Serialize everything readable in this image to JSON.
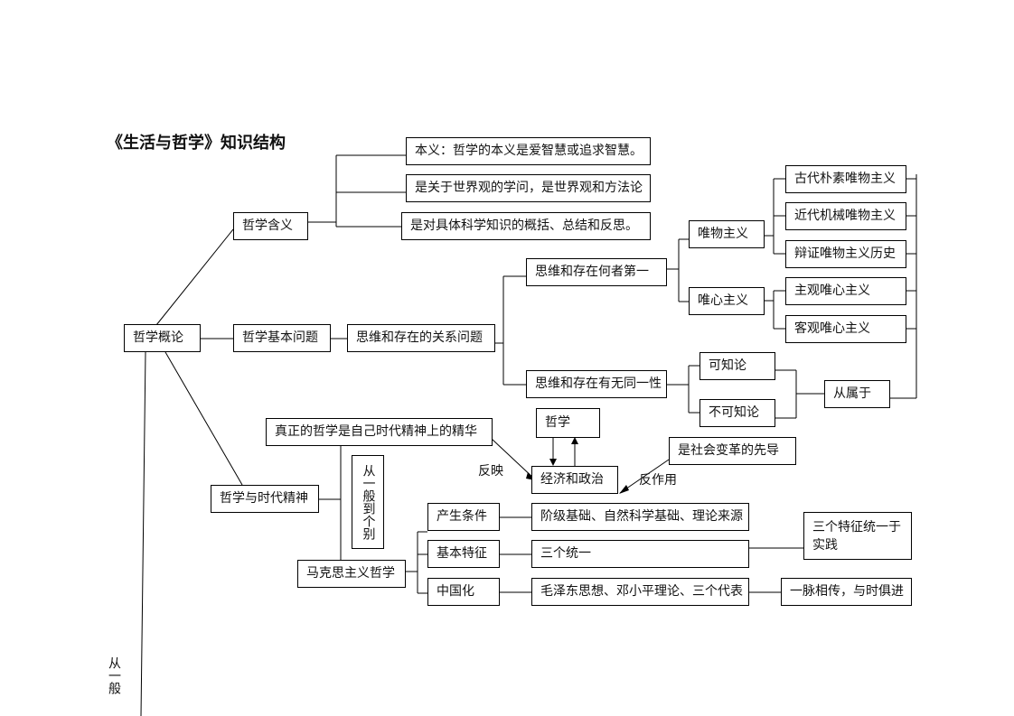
{
  "title": "《生活与哲学》知识结构",
  "nodes": {
    "root": "哲学概论",
    "meaning": "哲学含义",
    "meaning_1": "本义：哲学的本义是爱智慧或追求智慧。",
    "meaning_2": "是关于世界观的学问，是世界观和方法论",
    "meaning_3": "是对具体科学知识的概括、总结和反思。",
    "basic_question": "哲学基本问题",
    "relation_question": "思维和存在的关系问题",
    "which_first": "思维和存在何者第一",
    "identity": "思维和存在有无同一性",
    "materialism": "唯物主义",
    "idealism": "唯心主义",
    "ancient_mat": "古代朴素唯物主义",
    "modern_mat": "近代机械唯物主义",
    "dialectical_mat": "辩证唯物主义历史",
    "subjective_ideal": "主观唯心主义",
    "objective_ideal": "客观唯心主义",
    "knowable": "可知论",
    "unknowable": "不可知论",
    "subordinate": "从属于",
    "spirit": "哲学与时代精神",
    "true_philosophy": "真正的哲学是自己时代精神上的精华",
    "philosophy": "哲学",
    "economy_politics": "经济和政治",
    "vanguard": "是社会变革的先导",
    "general_to_specific": "从一般到个别",
    "marxism": "马克思主义哲学",
    "conditions": "产生条件",
    "conditions_detail": "阶级基础、自然科学基础、理论来源",
    "features": "基本特征",
    "features_detail": "三个统一",
    "features_summary": "三个特征统一于实践",
    "sinicization": "中国化",
    "sinicization_detail": "毛泽东思想、邓小平理论、三个代表",
    "sinicization_summary": "一脉相传，与时俱进"
  },
  "labels": {
    "reflect": "反映",
    "react": "反作用",
    "bottom_side": "从一般"
  }
}
